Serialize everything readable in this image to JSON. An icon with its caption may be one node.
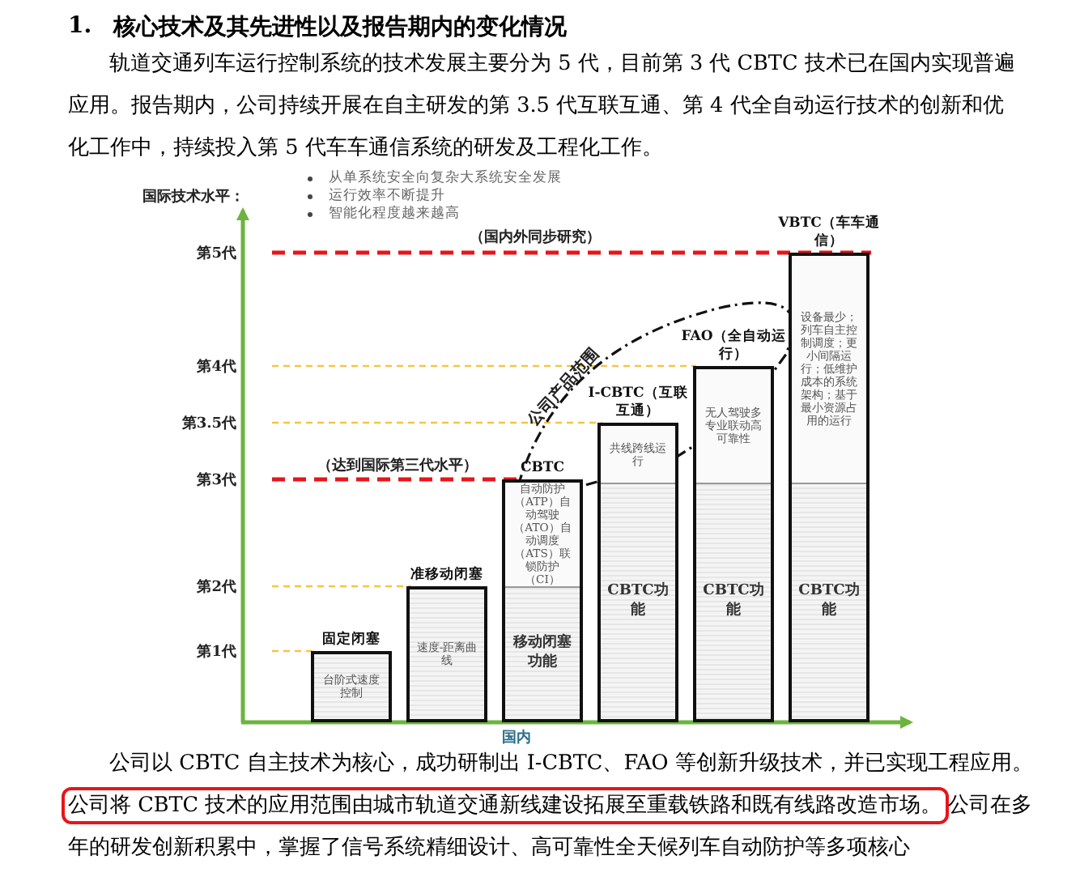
{
  "diagram": {
    "title": "核心技术及其先进性以及报告期内的变化情况",
    "nodes": [
      {
        "text": [
          "固定闭塞",
          "台阶式速度控制"
        ]
      },
      {
        "text": [
          "准移动闭塞",
          "速度-距离曲线"
        ]
      },
      {
        "text": [
          "CBTC",
          "自动防护（ATP）自动驾驶（ATO）自动调度（ATS）联锁防护（CI）",
          "移动闭塞功能"
        ]
      },
      {
        "text": [
          "I-CBTC（互联互通）",
          "共线跨线运行",
          "CBTC功能"
        ]
      },
      {
        "text": [
          "FAO（全自动运行）",
          "无人驾驶多专业联动高可靠性",
          "CBTC功能"
        ]
      },
      {
        "text": [
          "VBTC（车车通信）",
          "设备最少；列车自主控制调度；更小间隔运行；低维护成本的系统架构；基于最小资源占用的运行",
          "CBTC功能"
        ]
      },
      {
        "text": [
          "公司将 CBTC 技术的应用范围由城市轨道交通新线建设拓展至重载铁路和既有线路改造市场。"
        ]
      }
    ],
    "labels": [
      "1.",
      "轨道交通列车运行控制系统的技术发展主要分为 5 代，目前第 3 代 CBTC 技术已在国内实现普遍应用。报告期内，公司持续开展在自主研发的第 3.5 代互联互通、第 4 代全自动运行技术的创新和优化工作中，持续投入第 5 代车车通信系统的研发及工程化工作。",
      "国际技术水平：",
      "从单系统安全向复杂大系统安全发展",
      "运行效率不断提升",
      "智能化程度越来越高",
      "（国内外同步研究）",
      "第5代",
      "第4代",
      "第3.5代",
      "公司产品范围",
      "（达到国际第三代水平）",
      "第3代",
      "第2代",
      "第1代",
      "国内",
      "公司以 CBTC 自主技术为核心，成功研制出 I-CBTC、FAO 等创新升级技术，并已实现工程应用。",
      "公司在多年的研发创新积累中，掌握了信号系统精细设计、高可靠性全天候列车自动防护等多项核心"
    ]
  }
}
